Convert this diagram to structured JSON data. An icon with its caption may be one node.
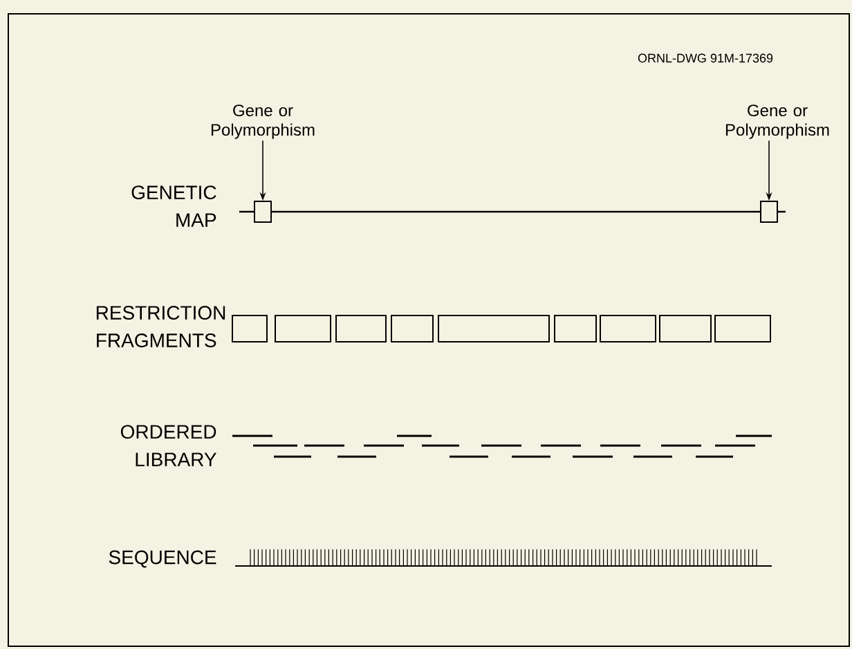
{
  "diagram": {
    "nodes": [
      {
        "text": [
          "Gene or Polymorphism"
        ]
      },
      {
        "text": [
          "Gene or Polymorphism"
        ]
      },
      {
        "text": [],
        "shape": "box"
      },
      {
        "text": [],
        "shape": "box"
      }
    ],
    "edges": [
      {
        "from": 0,
        "to": 2,
        "arrow": "to"
      },
      {
        "from": 1,
        "to": 3,
        "arrow": "to"
      }
    ],
    "labels": [
      "ORNL-DWG 91M-17369",
      "GENETIC MAP",
      "RESTRICTION FRAGMENTS",
      "ORDERED LIBRARY",
      "SEQUENCE"
    ]
  }
}
